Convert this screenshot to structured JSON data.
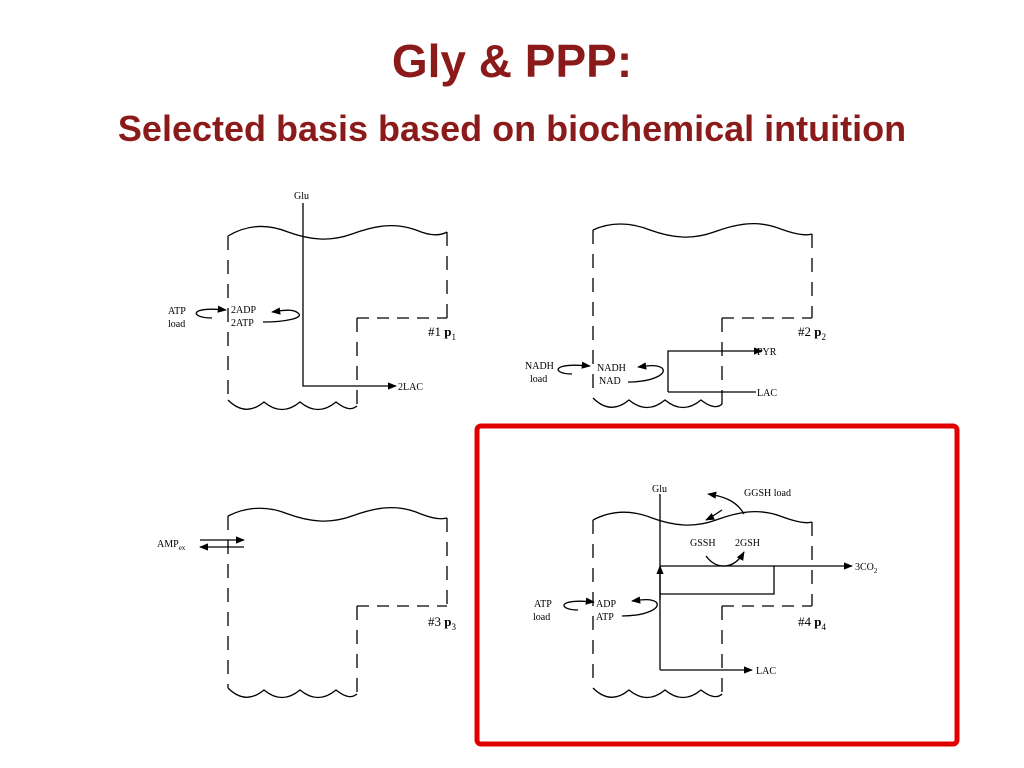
{
  "title": "Gly & PPP:",
  "subtitle": "Selected basis based on biochemical intuition",
  "highlight_color": "#e00000",
  "title_color": "#8b1a1a",
  "panels": [
    {
      "id": "p1",
      "number": "#1",
      "p_label": "p",
      "p_sub": "1",
      "labels": {
        "glu": "Glu",
        "atp": "ATP",
        "load": "load",
        "adp2": "2ADP",
        "atp2": "2ATP",
        "lac2": "2LAC"
      }
    },
    {
      "id": "p2",
      "number": "#2",
      "p_label": "p",
      "p_sub": "2",
      "labels": {
        "nadh_load": "NADH",
        "load": "load",
        "nadh": "NADH",
        "nad": "NAD",
        "pyr": "PYR",
        "lac": "LAC"
      }
    },
    {
      "id": "p3",
      "number": "#3",
      "p_label": "p",
      "p_sub": "3",
      "labels": {
        "amp": "AMP",
        "amp_sub": "ex"
      }
    },
    {
      "id": "p4",
      "number": "#4",
      "p_label": "p",
      "p_sub": "4",
      "highlighted": true,
      "labels": {
        "glu": "Glu",
        "ggsh_load": "GGSH load",
        "gssh": "GSSH",
        "gsh2": "2GSH",
        "co2": "3CO",
        "co2_sub": "2",
        "atp_load": "ATP",
        "load": "load",
        "adp": "ADP",
        "atp": "ATP",
        "lac": "LAC"
      }
    }
  ]
}
